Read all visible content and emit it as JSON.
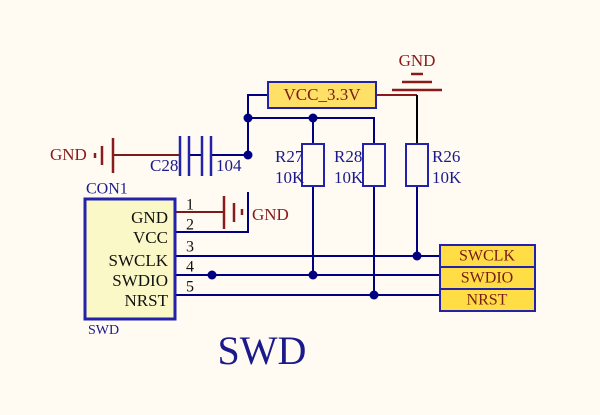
{
  "sheet": {
    "title": "SWD",
    "background_color": "#fffaf2",
    "wire_color": "#000080",
    "net_color": "#000060",
    "blue_text_color": "#1a1a8c",
    "red_text_color": "#8b1a1a",
    "part_fill": "#fbf8c8",
    "port_fill": "#ffdd44",
    "port_text_color": "#7a1a1a",
    "ground_color": "#8b1a1a"
  },
  "power_net": {
    "label": "VCC_3.3V",
    "ground_label": "GND"
  },
  "connector": {
    "designator": "CON1",
    "name": "SWD",
    "pins": [
      {
        "number": "1",
        "label": "GND"
      },
      {
        "number": "2",
        "label": "VCC"
      },
      {
        "number": "3",
        "label": "SWCLK"
      },
      {
        "number": "4",
        "label": "SWDIO"
      },
      {
        "number": "5",
        "label": "NRST"
      }
    ]
  },
  "capacitors": [
    {
      "designator": "C28",
      "value": ""
    },
    {
      "designator": "",
      "value": "104"
    }
  ],
  "resistors": [
    {
      "designator": "R27",
      "value": "10K"
    },
    {
      "designator": "R28",
      "value": "10K"
    },
    {
      "designator": "R26",
      "value": "10K"
    }
  ],
  "grounds": [
    {
      "id": "gnd-left",
      "label": "GND"
    },
    {
      "id": "gnd-connector",
      "label": "GND"
    },
    {
      "id": "gnd-power",
      "label": "GND"
    }
  ],
  "ports": [
    {
      "label": "SWCLK"
    },
    {
      "label": "SWDIO"
    },
    {
      "label": "NRST"
    }
  ]
}
